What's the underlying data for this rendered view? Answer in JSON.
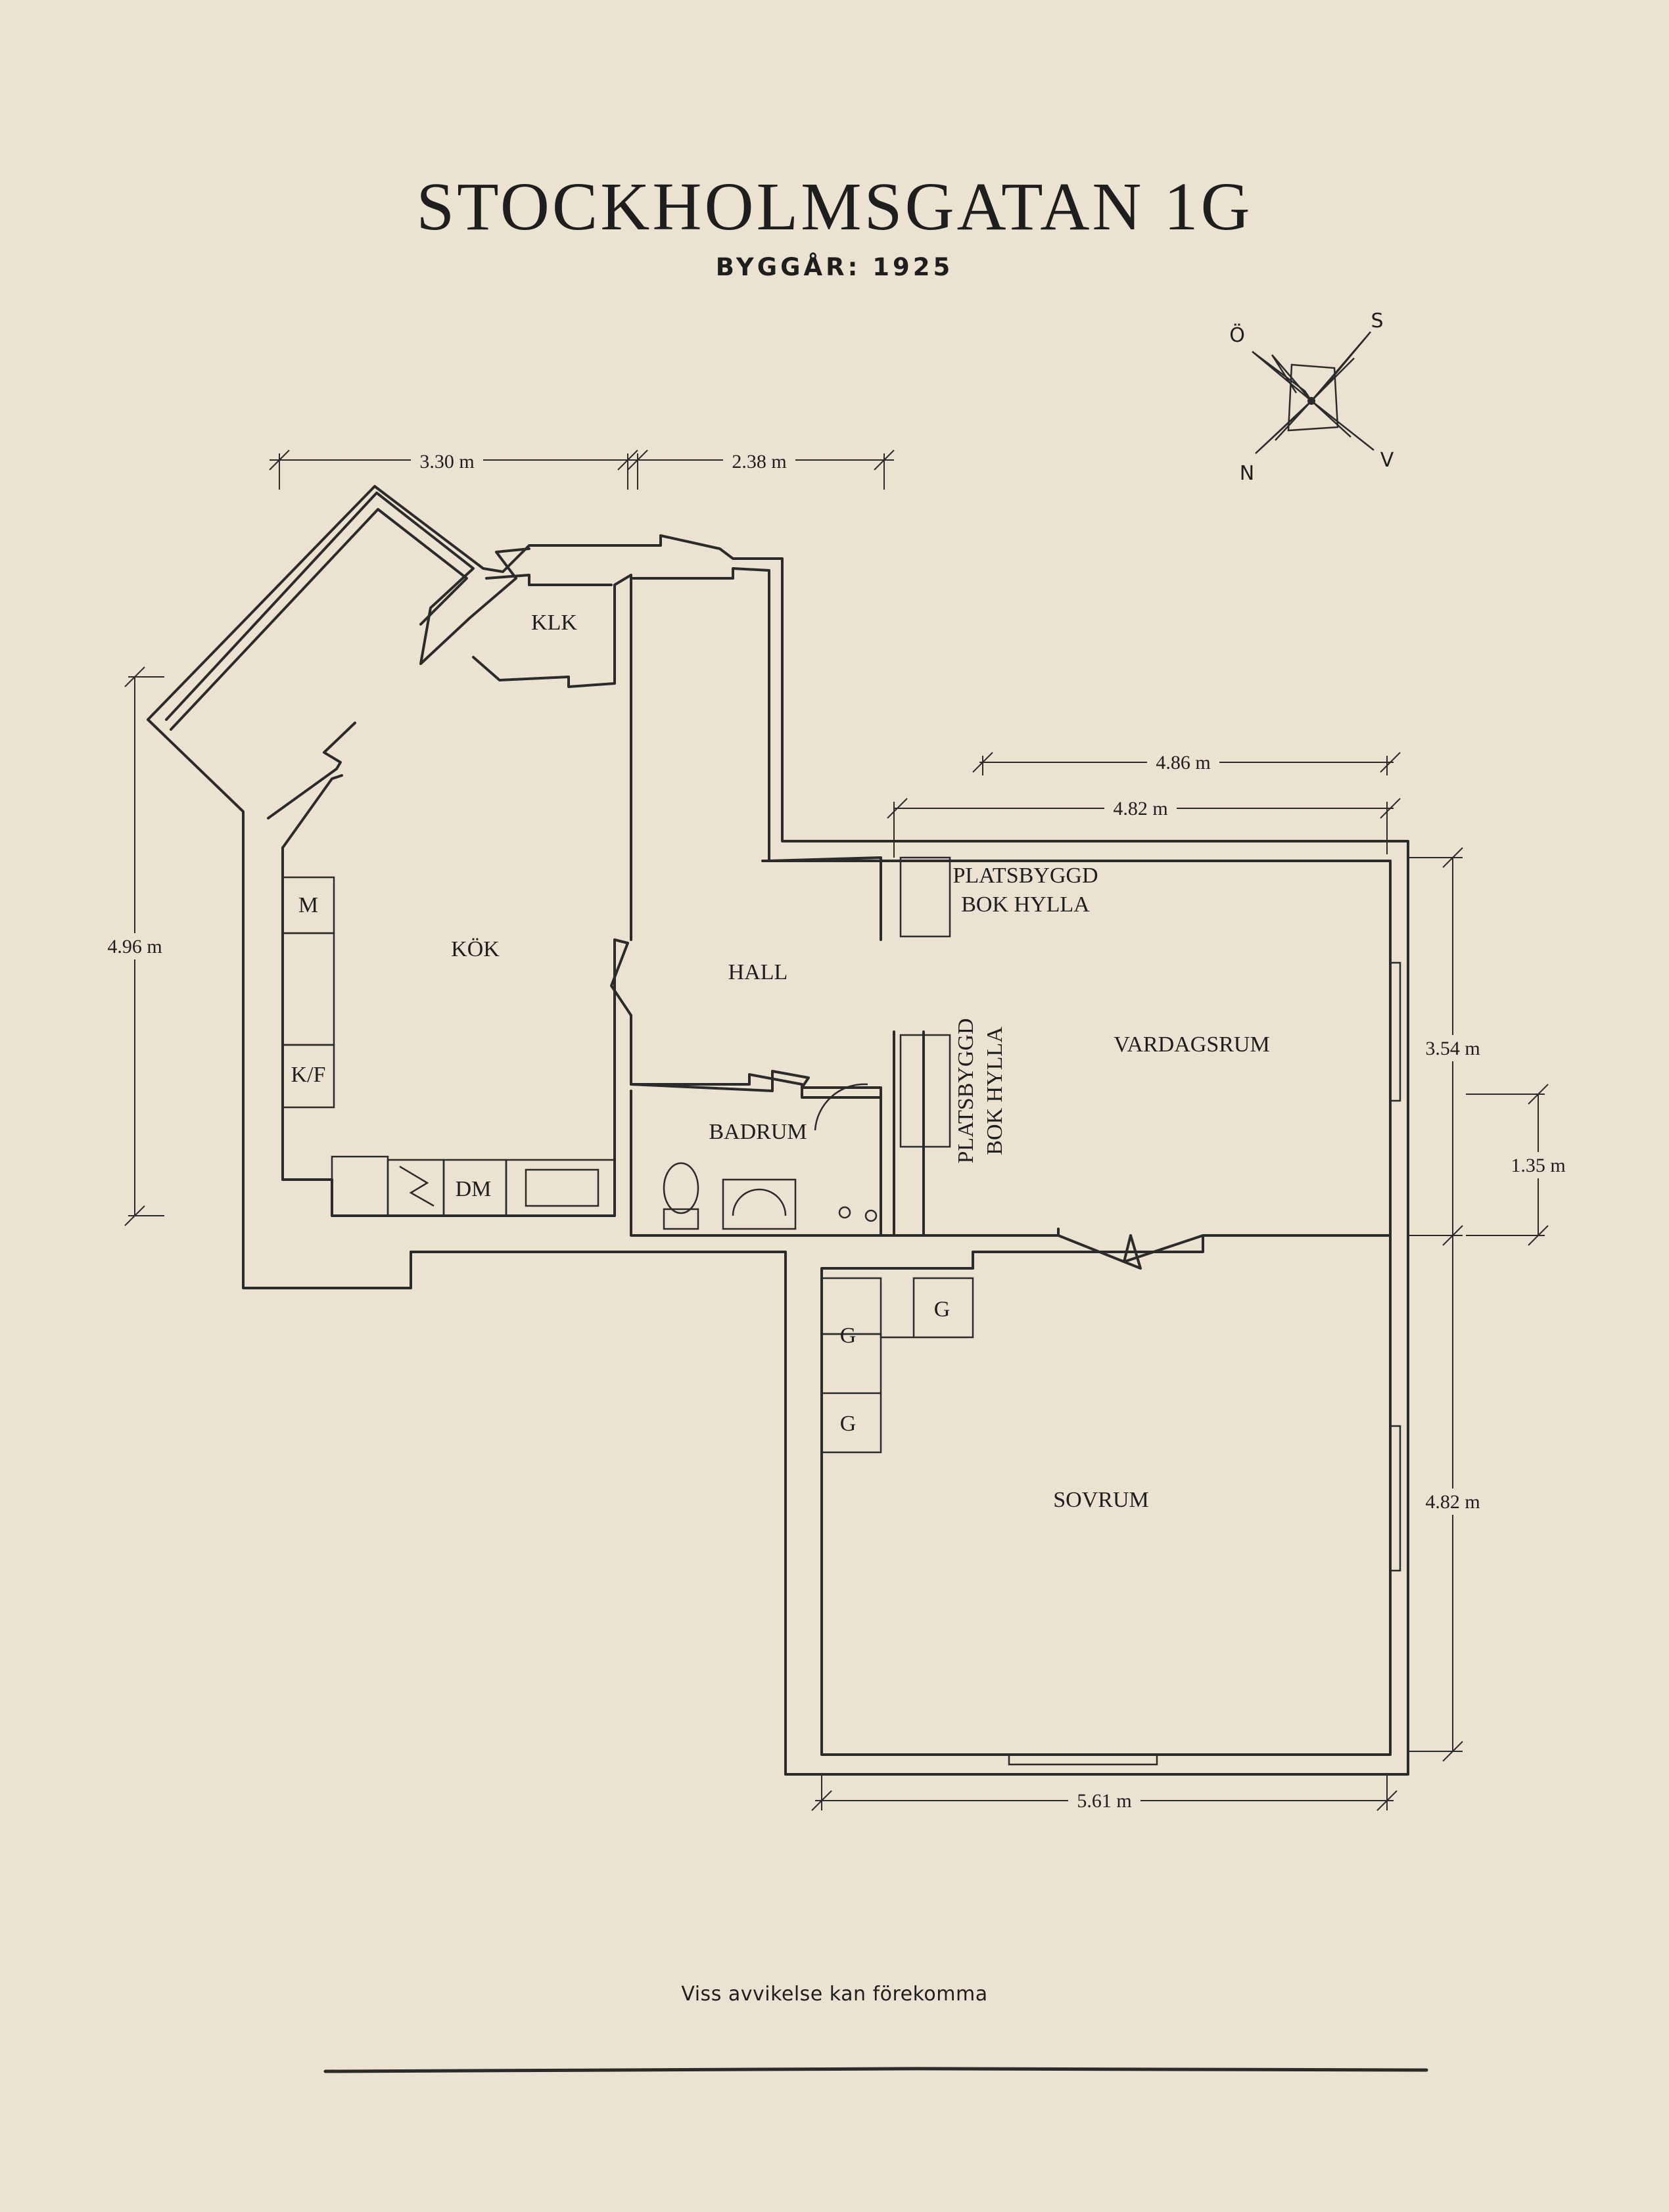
{
  "header": {
    "title": "STOCKHOLMSGATAN 1G",
    "subtitle": "BYGGÅR: 1925"
  },
  "compass": {
    "north": "N",
    "south": "S",
    "east": "Ö",
    "west": "V"
  },
  "rooms": {
    "klk": "KLK",
    "kok": "KÖK",
    "hall": "HALL",
    "badrum": "BADRUM",
    "vardagsrum": "VARDAGSRUM",
    "sovrum": "SOVRUM"
  },
  "fixtures": {
    "microwave": "M",
    "fridge_freezer": "K/F",
    "dishwasher": "DM",
    "shelf_top": [
      "PLATSBYGGD",
      "BOK HYLLA"
    ],
    "shelf_side": [
      "PLATSBYGGD",
      "BOK HYLLA"
    ],
    "wardrobes": [
      "G",
      "G",
      "G"
    ]
  },
  "dimensions": {
    "top_left": "3.30 m",
    "top_right": "2.38 m",
    "kitchen_height": "4.96 m",
    "living_outer": "4.86 m",
    "living_inner": "4.82 m",
    "living_height": "3.54 m",
    "window_span": "1.35 m",
    "bedroom_height": "4.82 m",
    "bedroom_width": "5.61 m"
  },
  "footer": {
    "disclaimer": "Viss avvikelse kan förekomma"
  }
}
